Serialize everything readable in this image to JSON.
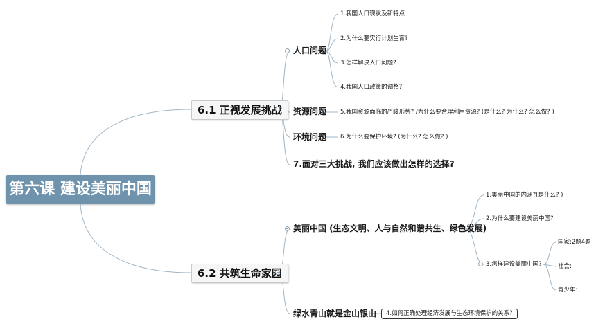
{
  "root": "第六课 建设美丽中国",
  "sections": [
    {
      "title": "6.1 正视发展挑战",
      "topics": [
        {
          "label": "人口问题",
          "items": [
            "1.我国人口现状及新特点",
            "2.为什么要实行计划生育?",
            "3.怎样解决人口问题?",
            "4.我国人口政策的调整?"
          ]
        },
        {
          "label": "资源问题",
          "items": [
            "5.我国资源面临的严峻形势? /为什么要合理利用资源? (是什么? 为什么? 怎么做? )"
          ]
        },
        {
          "label": "环境问题",
          "items": [
            "6.为什么要保护环境? (为什么? 怎么做? )"
          ]
        },
        {
          "label": "7.面对三大挑战, 我们应该做出怎样的选择?"
        }
      ]
    },
    {
      "title": "6.2 共筑生命家园",
      "topics": [
        {
          "label": "美丽中国 (生态文明、人与自然和谐共生、绿色发展)",
          "items": [
            {
              "label": "1.美丽中国的内涵?(是什么? )"
            },
            {
              "label": "2.为什么要建设美丽中国?"
            },
            {
              "label": "3.怎样建设美丽中国?",
              "items": [
                "国家:2题4题",
                "社会:",
                "青少年:"
              ]
            }
          ]
        },
        {
          "label": "绿水青山就是金山银山",
          "items": [
            "4.如何正确处理经济发展与生态环境保护的关系?"
          ]
        }
      ]
    }
  ]
}
